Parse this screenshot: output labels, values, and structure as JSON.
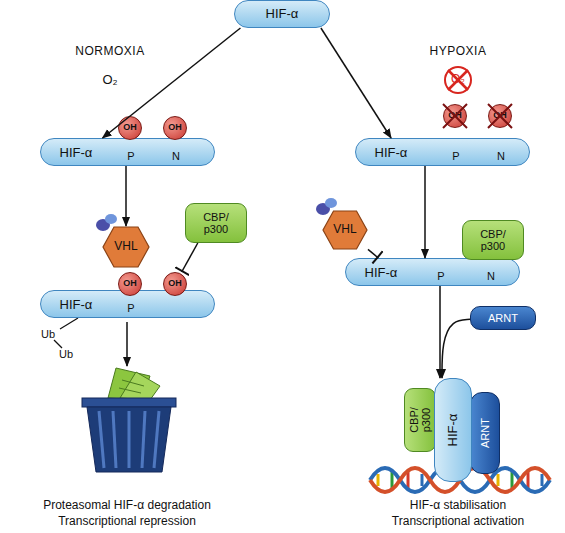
{
  "diagram": {
    "nodes": [
      {
        "text": [
          "HIF-α"
        ]
      },
      {
        "text": [
          "HIF-α",
          "P",
          "N"
        ]
      },
      {
        "text": [
          "OH"
        ]
      },
      {
        "text": [
          "OH"
        ]
      },
      {
        "text": [
          "VHL"
        ]
      },
      {
        "text": [
          "CBP/ p300"
        ]
      },
      {
        "text": [
          "HIF-α",
          "P"
        ]
      },
      {
        "text": [
          "OH"
        ]
      },
      {
        "text": [
          "OH"
        ]
      },
      {
        "text": [
          "HIF-α",
          "P",
          "N"
        ]
      },
      {
        "text": [
          "OH"
        ]
      },
      {
        "text": [
          "OH"
        ]
      },
      {
        "text": [
          "VHL"
        ]
      },
      {
        "text": [
          "CBP/ p300"
        ]
      },
      {
        "text": [
          "HIF-α",
          "P",
          "N"
        ]
      },
      {
        "text": [
          "ARNT"
        ]
      },
      {
        "text": [
          "CBP/ p300"
        ]
      },
      {
        "text": [
          "HIF-α"
        ]
      },
      {
        "text": [
          "ARNT"
        ]
      }
    ],
    "edges": [
      {
        "from": 0,
        "to": 1,
        "arrow": "to"
      },
      {
        "from": 0,
        "to": 9,
        "arrow": "to"
      },
      {
        "from": 1,
        "to": 4,
        "arrow": "to"
      },
      {
        "from": 5,
        "to": 8,
        "arrow": "to"
      },
      {
        "from": 9,
        "to": 14,
        "arrow": "to"
      },
      {
        "from": 12,
        "to": 14,
        "arrow": "to"
      },
      {
        "from": 14,
        "to": 17,
        "arrow": "to"
      },
      {
        "from": 15,
        "to": 17,
        "arrow": "to"
      }
    ],
    "labels": [
      "NORMOXIA",
      "O₂",
      "HYPOXIA",
      "O₂",
      "Ub",
      "Ub",
      "Proteasomal HIF-α degradation",
      "Transcriptional repression",
      "HIF-α stabilisation",
      "Transcriptional activation"
    ]
  }
}
